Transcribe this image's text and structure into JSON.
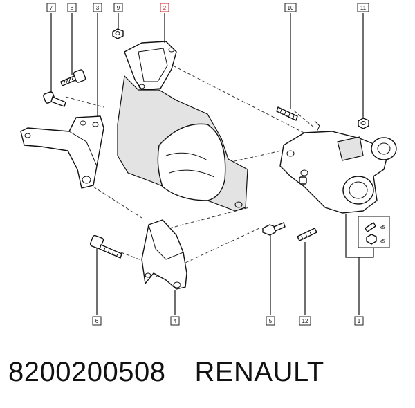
{
  "callouts": {
    "c1": "1",
    "c2": "2",
    "c3": "3",
    "c4": "4",
    "c5": "5",
    "c6": "6",
    "c7": "7",
    "c8": "8",
    "c9": "9",
    "c10": "10",
    "c11": "11",
    "c12": "12"
  },
  "inset_labels": {
    "top": "x5",
    "bottom": "x5"
  },
  "footer": {
    "part_number": "8200200508",
    "brand": "RENAULT"
  },
  "colors": {
    "selected_callout": "#d0202a",
    "line": "#111111",
    "shade": "#e3e3e3"
  }
}
